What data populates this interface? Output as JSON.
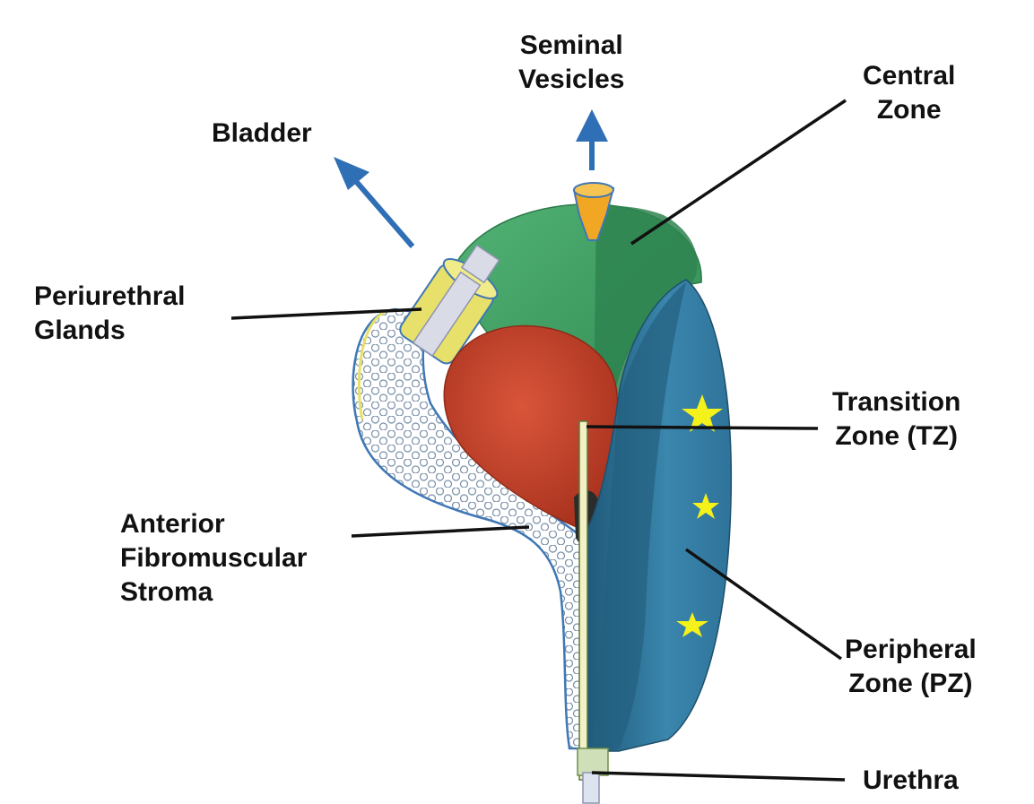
{
  "labels": {
    "seminal_vesicles": [
      "Seminal",
      "Vesicles"
    ],
    "bladder": [
      "Bladder"
    ],
    "central_zone": [
      "Central",
      "Zone"
    ],
    "periurethral_glands": [
      "Periurethral",
      "Glands"
    ],
    "transition_zone": [
      "Transition",
      "Zone (TZ)"
    ],
    "anterior_stroma": [
      "Anterior",
      "Fibromuscular",
      "Stroma"
    ],
    "peripheral_zone": [
      "Peripheral",
      "Zone (PZ)"
    ],
    "urethra": [
      "Urethra"
    ]
  },
  "colors": {
    "central_zone": "#3a9a5f",
    "central_zone_dark": "#2c7a49",
    "transition_zone": "#c4432a",
    "peripheral_zone": "#3a86ad",
    "peripheral_zone_dark": "#245f80",
    "periurethral_glands": "#e7e06a",
    "stroma_mesh": "#7a8fa8",
    "arrow": "#2f6fb5",
    "star": "#f5f11a",
    "leader_line": "#111111"
  }
}
